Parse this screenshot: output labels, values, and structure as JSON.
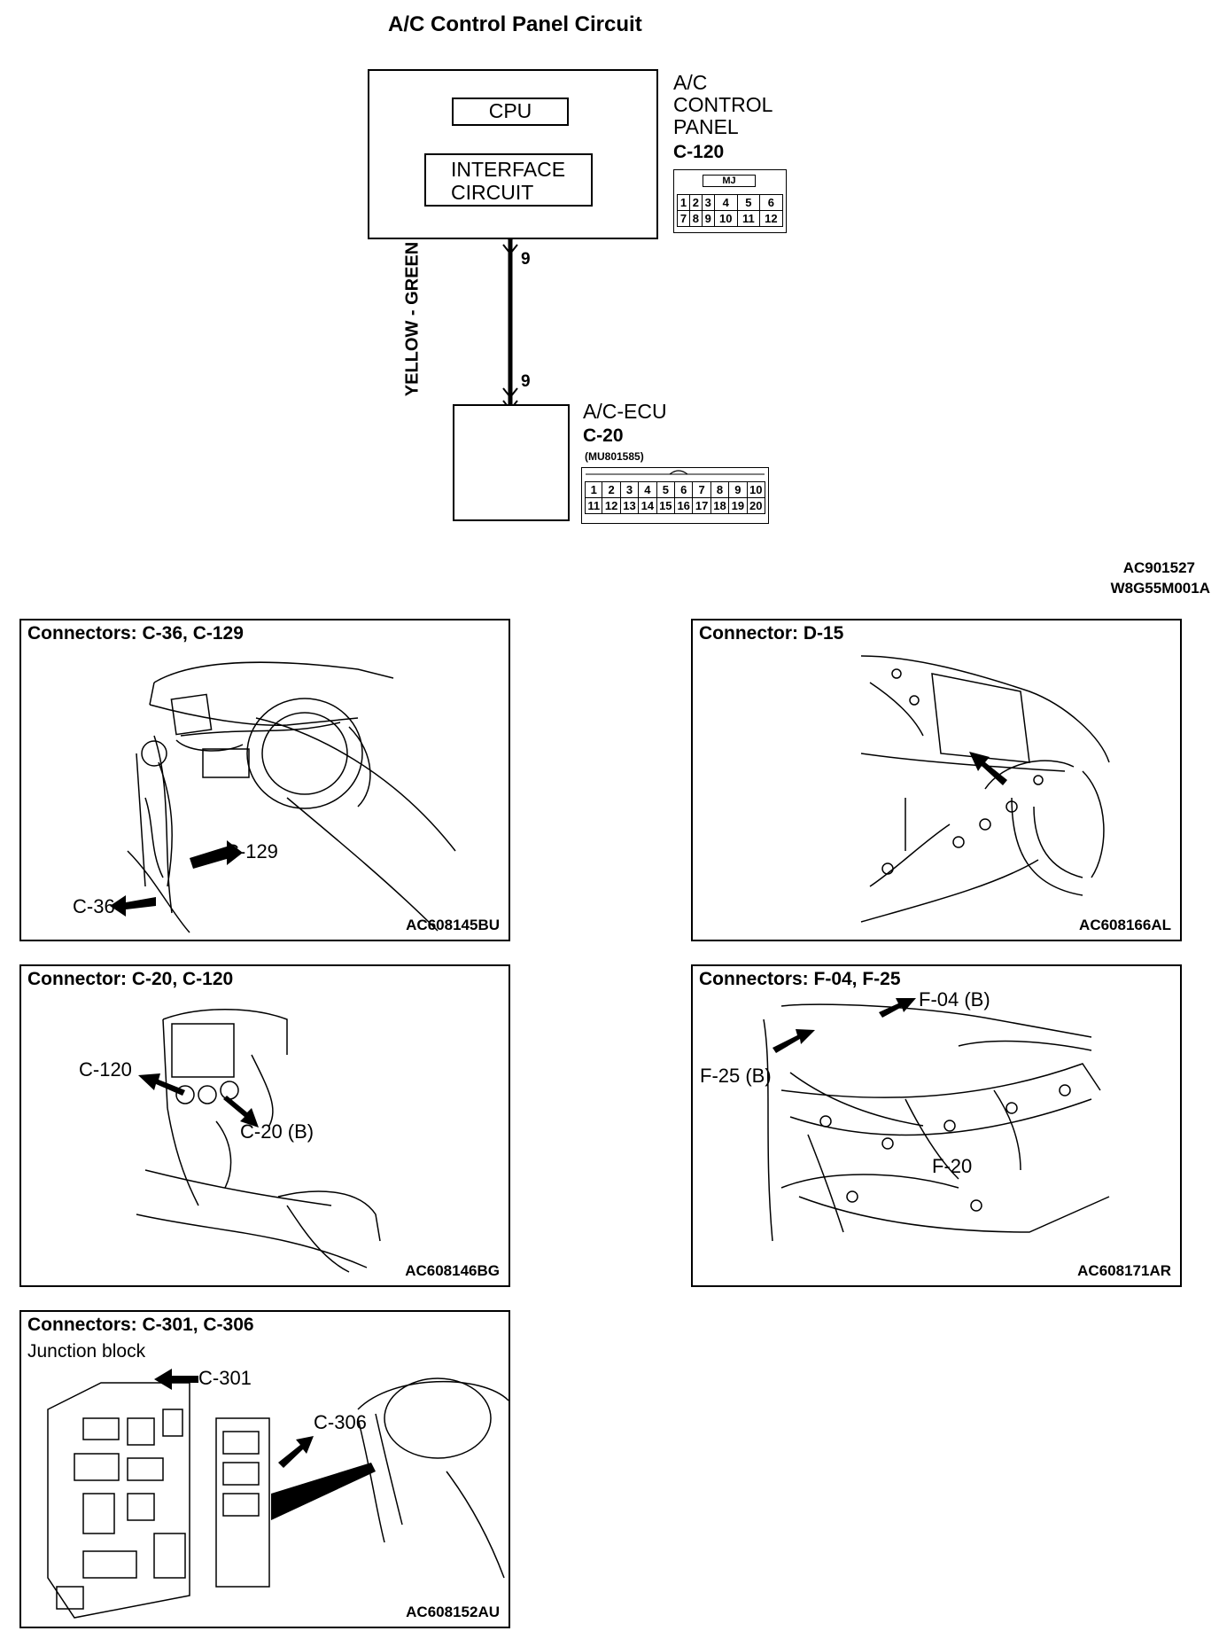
{
  "diagram": {
    "title": "A/C Control Panel Circuit",
    "control_panel": {
      "cpu_label": "CPU",
      "interface_label_line1": "INTERFACE",
      "interface_label_line2": "CIRCUIT",
      "name_line1": "A/C",
      "name_line2": "CONTROL",
      "name_line3": "PANEL",
      "connector_id": "C-120",
      "connector_tag": "MJ",
      "pins_row1": [
        "1",
        "2",
        "3",
        "4",
        "5",
        "6"
      ],
      "pins_row2": [
        "7",
        "8",
        "9",
        "10",
        "11",
        "12"
      ]
    },
    "wire": {
      "color_label": "YELLOW - GREEN",
      "pin_top": "9",
      "pin_bottom": "9"
    },
    "ecu": {
      "name": "A/C-ECU",
      "connector_id": "C-20",
      "part_number": "(MU801585)",
      "pins_row1": [
        "1",
        "2",
        "3",
        "4",
        "5",
        "6",
        "7",
        "8",
        "9",
        "10"
      ],
      "pins_row2": [
        "11",
        "12",
        "13",
        "14",
        "15",
        "16",
        "17",
        "18",
        "19",
        "20"
      ]
    },
    "reference_code_1": "AC901527",
    "reference_code_2": "W8G55M001A"
  },
  "panels": {
    "p1": {
      "title": "Connectors: C-36, C-129",
      "code": "AC608145BU",
      "callouts": [
        "C-129",
        "C-36"
      ]
    },
    "p2": {
      "title": "Connector: D-15",
      "code": "AC608166AL"
    },
    "p3": {
      "title": "Connector: C-20, C-120",
      "code": "AC608146BG",
      "callouts": [
        "C-120",
        "C-20 (B)"
      ]
    },
    "p4": {
      "title": "Connectors: F-04, F-25",
      "code": "AC608171AR",
      "callouts": [
        "F-04 (B)",
        "F-25 (B)",
        "F-20"
      ]
    },
    "p5": {
      "title": "Connectors: C-301, C-306",
      "subtitle": "Junction block",
      "code": "AC608152AU",
      "callouts": [
        "C-301",
        "C-306"
      ]
    }
  }
}
